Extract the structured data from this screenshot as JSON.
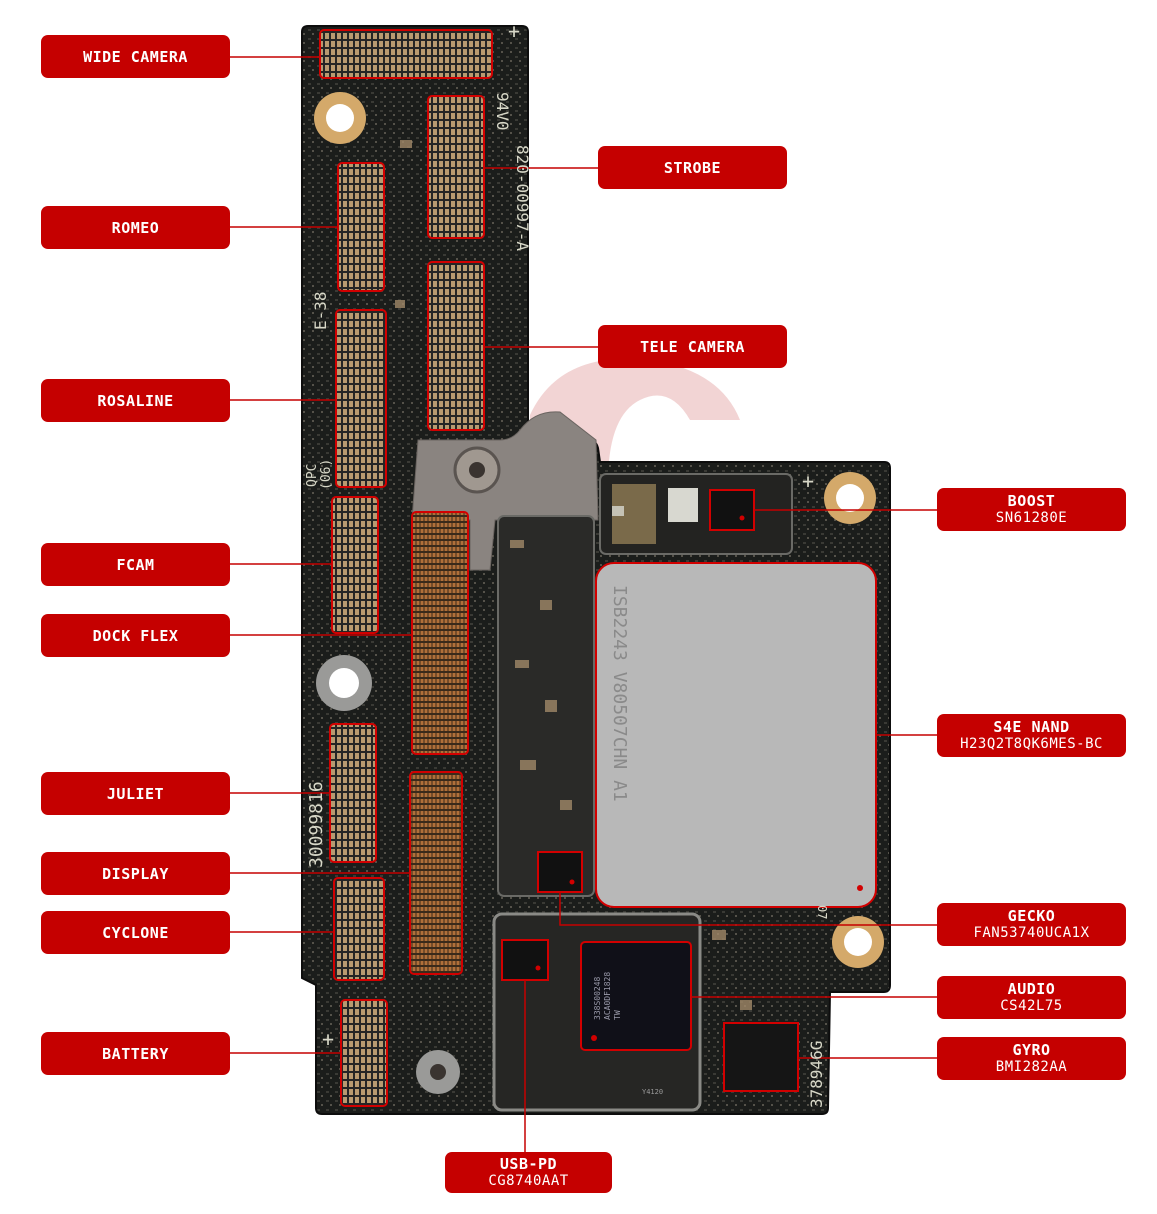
{
  "labels": {
    "wide_camera": {
      "title": "WIDE CAMERA"
    },
    "romeo": {
      "title": "ROMEO"
    },
    "rosaline": {
      "title": "ROSALINE"
    },
    "fcam": {
      "title": "FCAM"
    },
    "dock_flex": {
      "title": "DOCK FLEX"
    },
    "juliet": {
      "title": "JULIET"
    },
    "display": {
      "title": "DISPLAY"
    },
    "cyclone": {
      "title": "CYCLONE"
    },
    "battery": {
      "title": "BATTERY"
    },
    "strobe": {
      "title": "STROBE"
    },
    "tele_camera": {
      "title": "TELE CAMERA"
    },
    "boost": {
      "title": "BOOST",
      "part": "SN61280E"
    },
    "s4e_nand": {
      "title": "S4E NAND",
      "part": "H23Q2T8QK6MES-BC"
    },
    "gecko": {
      "title": "GECKO",
      "part": "FAN53740UCA1X"
    },
    "audio": {
      "title": "AUDIO",
      "part": "CS42L75"
    },
    "gyro": {
      "title": "GYRO",
      "part": "BMI282AA"
    },
    "usb_pd": {
      "title": "USB-PD",
      "part": "CG8740AAT"
    }
  },
  "silkscreen": {
    "board_number": "820-00997-A",
    "rating": "94V0",
    "code_e38": "E-38",
    "qpc": "QPC",
    "qpc_num": "(06)",
    "serial_left": "30099816",
    "serial_right": "378946G",
    "nand_marking": "ISB2243 V80507CHN A1",
    "audio_chip_marking": "338S00248",
    "audio_chip_marking2": "ACA0DF1828",
    "audio_chip_marking3": "TW",
    "small_mark": "Y4120",
    "nand_side": "07"
  },
  "colors": {
    "label_bg": "#c50000",
    "board": "#1a1c1a",
    "highlight": "#d20000"
  }
}
